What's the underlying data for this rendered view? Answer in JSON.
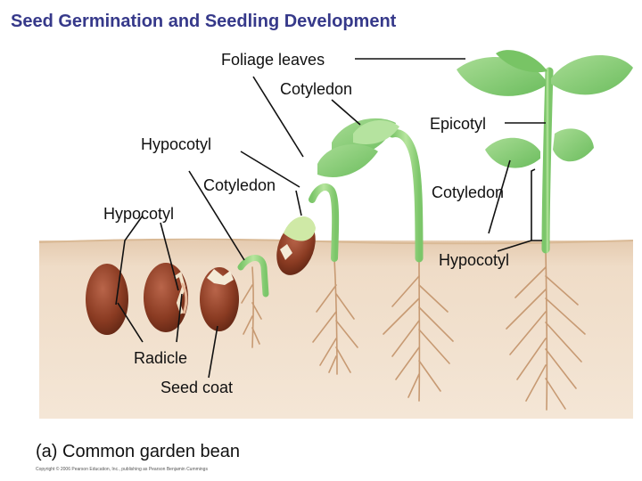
{
  "title": "Seed Germination and Seedling Development",
  "caption": "(a) Common garden bean",
  "copyright": "Copyright © 2006 Pearson Education, Inc., publishing as Pearson Benjamin Cummings",
  "labels": {
    "foliage_leaves": "Foliage leaves",
    "cotyledon_top": "Cotyledon",
    "epicotyl": "Epicotyl",
    "hypocotyl_upper": "Hypocotyl",
    "cotyledon_middle": "Cotyledon",
    "cotyledon_right": "Cotyledon",
    "hypocotyl_left": "Hypocotyl",
    "hypocotyl_right": "Hypocotyl",
    "radicle": "Radicle",
    "seed_coat": "Seed coat"
  },
  "colors": {
    "title": "#36398a",
    "soil": "#ecd6bf",
    "seed": "#8a3b22",
    "leaf": "#8fcf7a",
    "stem": "#9bd680",
    "root": "#c79a73",
    "leader": "#111111"
  }
}
